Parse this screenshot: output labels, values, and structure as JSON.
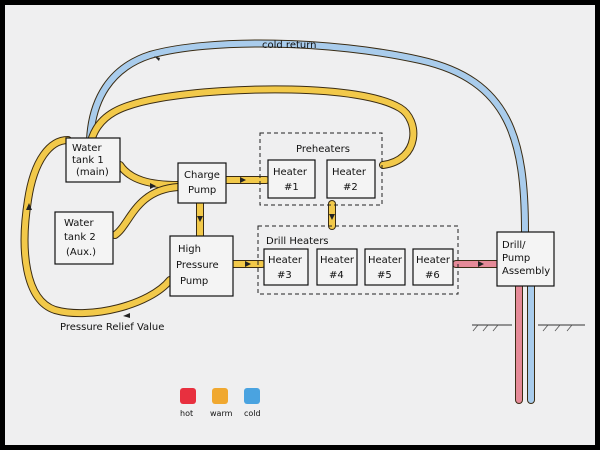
{
  "labels": {
    "cold_return": "cold return",
    "pressure_relief_valve": "Pressure Relief Value"
  },
  "components": {
    "water_tank_1": [
      "Water",
      "tank 1",
      "(main)"
    ],
    "water_tank_2": [
      "Water",
      "tank 2",
      "(Aux.)"
    ],
    "charge_pump": [
      "Charge",
      "Pump"
    ],
    "high_pressure_pump": [
      "High",
      "Pressure",
      "Pump"
    ],
    "drill_pump_assembly": [
      "Drill/",
      "Pump",
      "Assembly"
    ]
  },
  "groups": {
    "preheaters": {
      "title": "Preheaters",
      "heaters": [
        [
          "Heater",
          "#1"
        ],
        [
          "Heater",
          "#2"
        ]
      ]
    },
    "drill_heaters": {
      "title": "Drill Heaters",
      "heaters": [
        [
          "Heater",
          "#3"
        ],
        [
          "Heater",
          "#4"
        ],
        [
          "Heater",
          "#5"
        ],
        [
          "Heater",
          "#6"
        ]
      ]
    }
  },
  "legend": [
    {
      "label": "hot",
      "color": "#e8303f"
    },
    {
      "label": "warm",
      "color": "#f0a830"
    },
    {
      "label": "cold",
      "color": "#4aa3e0"
    }
  ],
  "pipe_colors": {
    "hot": "#e58a98",
    "warm": "#f2c94a",
    "cold": "#a9ccec",
    "outline": "#3a2c14"
  }
}
